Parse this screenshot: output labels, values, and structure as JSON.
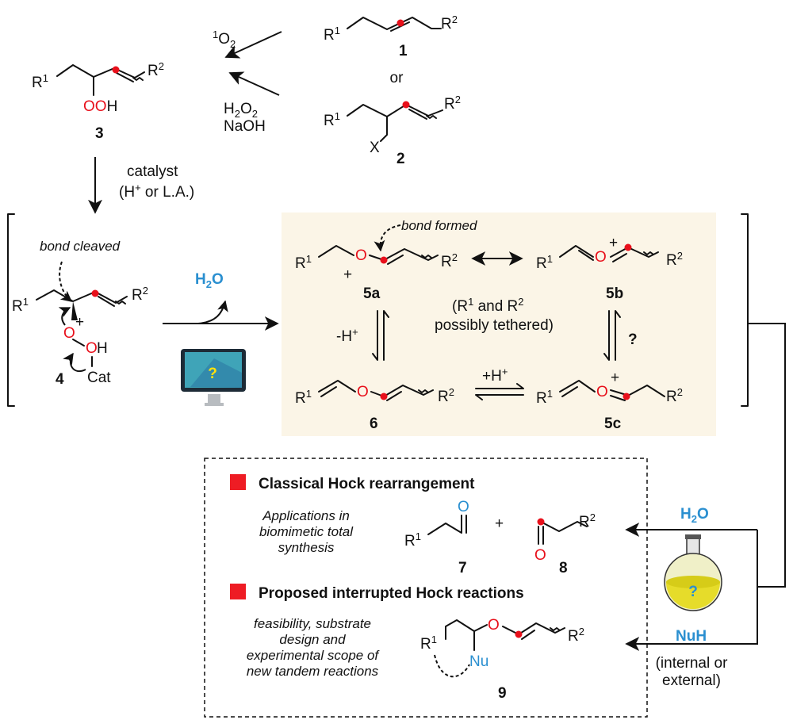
{
  "reagents": {
    "singlet_oxygen": "O",
    "singlet_oxygen_sup": "1",
    "singlet_oxygen_sub": "2",
    "h2o2": "H",
    "naoh": "NaOH",
    "or": "or",
    "catalyst": "catalyst",
    "acid": "(H",
    "acid_rest": " or L.A.)",
    "water": "H",
    "water_o": "O"
  },
  "compounds": {
    "c1": "1",
    "c2": "2",
    "c3": "3",
    "c4": "4",
    "c5a": "5a",
    "c5b": "5b",
    "c5c": "5c",
    "c6": "6",
    "c7": "7",
    "c8": "8",
    "c9": "9"
  },
  "atoms": {
    "R": "R",
    "one": "1",
    "two": "2",
    "O": "O",
    "OOH": "OOH",
    "X": "X",
    "H": "H",
    "Cat": "Cat",
    "Nu": "Nu",
    "plus": "+"
  },
  "annotations": {
    "bond_cleaved": "bond cleaved",
    "bond_formed": "bond formed",
    "tethered_line1": "(R",
    "tethered_line1_rest": " and R",
    "tethered_line2": "possibly tethered)",
    "minus_h": "-H",
    "plus_h": "+H",
    "question": "?",
    "monitor_question": "?",
    "flask_question": "?"
  },
  "box": {
    "classical_title": "Classical Hock rearrangement",
    "applications_1": "Applications in",
    "applications_2": "biomimetic total",
    "applications_3": "synthesis",
    "proposed_title": "Proposed interrupted Hock reactions",
    "feas_1": "feasibility, substrate",
    "feas_2": "design and",
    "feas_3": "experimental scope of",
    "feas_4": "new tandem reactions",
    "h2o_label": "H",
    "h2o_label_o": "O",
    "nuh_label": "NuH",
    "internal_1": "(internal or",
    "internal_2": "external)"
  },
  "colors": {
    "highlight_bg": "#fbf5e7",
    "red_dot": "#e8101b",
    "blue_text": "#2a8fd0",
    "red_square": "#ee1c24",
    "monitor_screen": "#3fa4b8"
  }
}
